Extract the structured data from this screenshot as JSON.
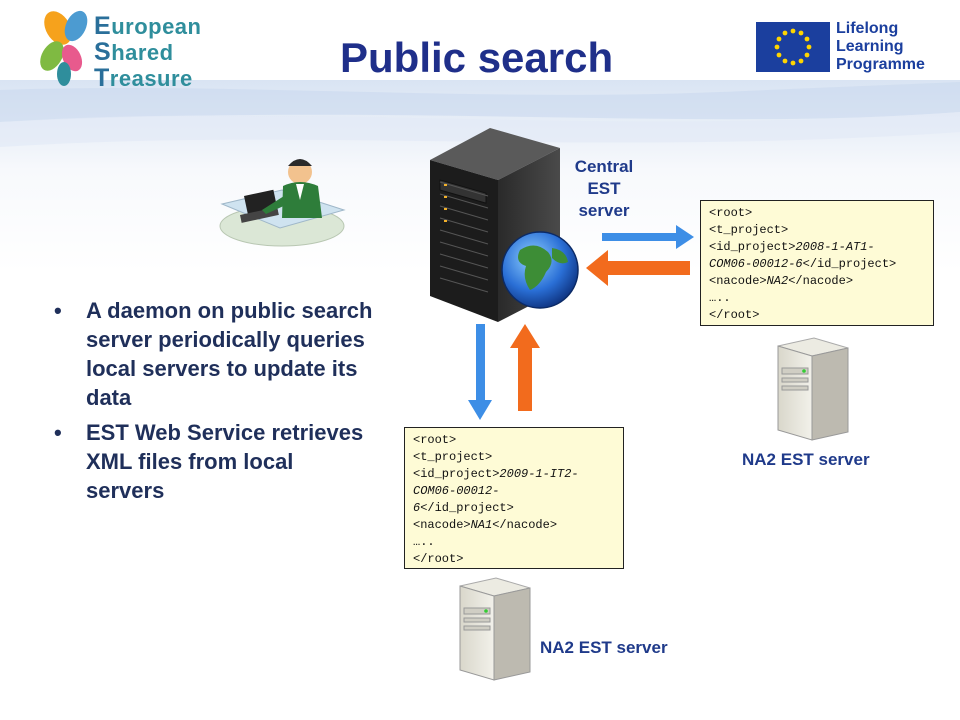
{
  "header": {
    "title": "Public search",
    "est_logo": {
      "line1": {
        "cap": "E",
        "rest": "uropean"
      },
      "line2": {
        "cap": "S",
        "rest": "hared"
      },
      "line3": {
        "cap": "T",
        "rest": "reasure"
      }
    },
    "llp_logo": [
      "Lifelong",
      "Learning",
      "Programme"
    ]
  },
  "labels": {
    "central_server": [
      "Central",
      "EST",
      "server"
    ],
    "na2_server_right": "NA2 EST server",
    "na2_server_bottom": "NA2 EST server"
  },
  "xml_right": {
    "root_open": "<root>",
    "t_project": "<t_project>",
    "id_open": "<id_project>",
    "id_value_1": "2008-1-AT1-",
    "id_value_2": "COM06-00012-6",
    "id_close": "</id_project>",
    "nacode_open": "<nacode>",
    "nacode_value": "NA2",
    "nacode_close": "</nacode>",
    "ellipsis": "…..",
    "root_close": "</root>"
  },
  "xml_bottom": {
    "root_open": "<root>",
    "t_project": "<t_project>",
    "id_open": "<id_project>",
    "id_value_1": "2009-1-IT2-",
    "id_value_2": "COM06-00012-",
    "id_value_3": "6",
    "id_close": "</id_project>",
    "nacode_open": "<nacode>",
    "nacode_value": "NA1",
    "nacode_close": "</nacode>",
    "ellipsis": "…..",
    "root_close": "</root>"
  },
  "bullets": [
    "A daemon on public search server periodically queries local servers to update its data",
    "EST Web Service retrieves XML files from local servers"
  ],
  "bullet_marker": "•",
  "colors": {
    "title": "#1f2f8a",
    "label": "#1f3a8a",
    "xml_bg": "#fefbd6",
    "arrow_blue": "#3d8ee6",
    "arrow_orange": "#f26b1d"
  },
  "icons": {
    "est_logo": "butterfly-logo-icon",
    "eu_flag": "eu-flag-icon",
    "user": "user-at-desk-icon",
    "central_server": "server-rack-globe-icon",
    "local_server": "tower-server-icon"
  }
}
